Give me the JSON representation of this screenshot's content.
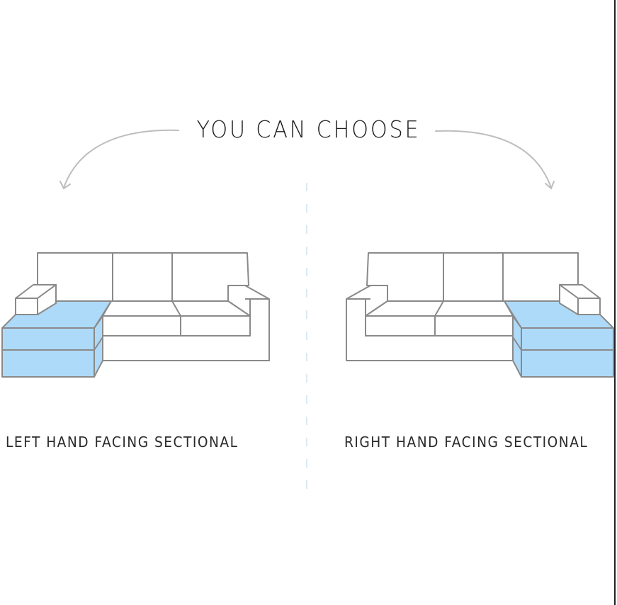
{
  "title": "YOU CAN CHOOSE",
  "options": [
    {
      "label": "LEFT HAND FACING SECTIONAL",
      "chaise_side": "left"
    },
    {
      "label": "RIGHT HAND FACING SECTIONAL",
      "chaise_side": "right"
    }
  ],
  "colors": {
    "outline": "#8a8a8a",
    "chaise_fill": "#aedaf9",
    "arrow": "#bdbdbd",
    "divider": "#cfe3ee",
    "text": "#222222"
  }
}
